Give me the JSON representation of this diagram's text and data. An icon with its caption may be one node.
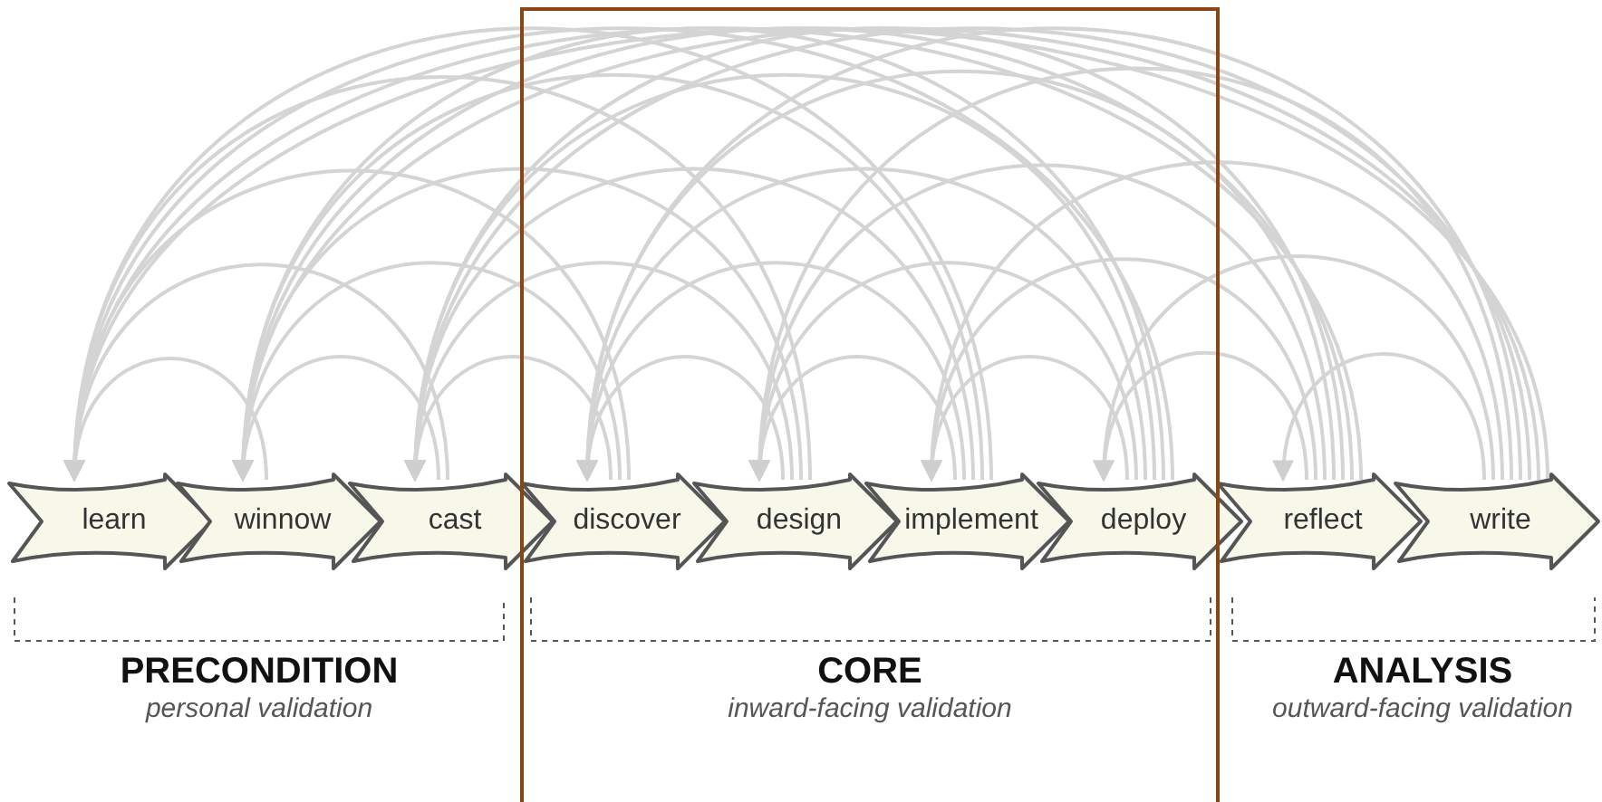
{
  "diagram": {
    "nodes": [
      {
        "text": [
          "learn"
        ]
      },
      {
        "text": [
          "winnow"
        ]
      },
      {
        "text": [
          "cast"
        ]
      },
      {
        "text": [
          "discover"
        ]
      },
      {
        "text": [
          "design"
        ]
      },
      {
        "text": [
          "implement"
        ]
      },
      {
        "text": [
          "deploy"
        ]
      },
      {
        "text": [
          "reflect"
        ]
      },
      {
        "text": [
          "write"
        ]
      }
    ],
    "edges": [
      {
        "from": 1,
        "to": 0,
        "arrow": "to"
      },
      {
        "from": 2,
        "to": 0,
        "arrow": "to"
      },
      {
        "from": 3,
        "to": 0,
        "arrow": "to"
      },
      {
        "from": 4,
        "to": 0,
        "arrow": "to"
      },
      {
        "from": 5,
        "to": 0,
        "arrow": "to"
      },
      {
        "from": 6,
        "to": 0,
        "arrow": "to"
      },
      {
        "from": 7,
        "to": 0,
        "arrow": "to"
      },
      {
        "from": 8,
        "to": 0,
        "arrow": "to"
      },
      {
        "from": 2,
        "to": 1,
        "arrow": "to"
      },
      {
        "from": 3,
        "to": 1,
        "arrow": "to"
      },
      {
        "from": 4,
        "to": 1,
        "arrow": "to"
      },
      {
        "from": 5,
        "to": 1,
        "arrow": "to"
      },
      {
        "from": 6,
        "to": 1,
        "arrow": "to"
      },
      {
        "from": 7,
        "to": 1,
        "arrow": "to"
      },
      {
        "from": 8,
        "to": 1,
        "arrow": "to"
      },
      {
        "from": 3,
        "to": 2,
        "arrow": "to"
      },
      {
        "from": 4,
        "to": 2,
        "arrow": "to"
      },
      {
        "from": 5,
        "to": 2,
        "arrow": "to"
      },
      {
        "from": 6,
        "to": 2,
        "arrow": "to"
      },
      {
        "from": 7,
        "to": 2,
        "arrow": "to"
      },
      {
        "from": 8,
        "to": 2,
        "arrow": "to"
      },
      {
        "from": 4,
        "to": 3,
        "arrow": "to"
      },
      {
        "from": 5,
        "to": 3,
        "arrow": "to"
      },
      {
        "from": 6,
        "to": 3,
        "arrow": "to"
      },
      {
        "from": 7,
        "to": 3,
        "arrow": "to"
      },
      {
        "from": 8,
        "to": 3,
        "arrow": "to"
      },
      {
        "from": 5,
        "to": 4,
        "arrow": "to"
      },
      {
        "from": 6,
        "to": 4,
        "arrow": "to"
      },
      {
        "from": 7,
        "to": 4,
        "arrow": "to"
      },
      {
        "from": 8,
        "to": 4,
        "arrow": "to"
      },
      {
        "from": 6,
        "to": 5,
        "arrow": "to"
      },
      {
        "from": 7,
        "to": 5,
        "arrow": "to"
      },
      {
        "from": 8,
        "to": 5,
        "arrow": "to"
      },
      {
        "from": 7,
        "to": 6,
        "arrow": "to"
      },
      {
        "from": 8,
        "to": 6,
        "arrow": "to"
      },
      {
        "from": 8,
        "to": 7,
        "arrow": "to"
      }
    ],
    "labels": [
      "PRECONDITION",
      "personal validation",
      "CORE",
      "inward-facing validation",
      "ANALYSIS",
      "outward-facing validation"
    ]
  }
}
